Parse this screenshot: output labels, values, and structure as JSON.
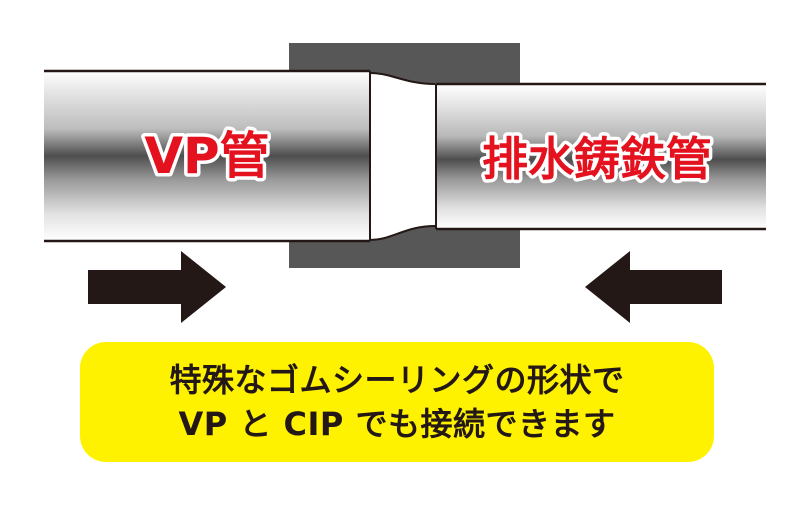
{
  "pipes": {
    "left_label": "VP管",
    "right_label": "排水鋳鉄管"
  },
  "caption": {
    "line1": "特殊なゴムシーリングの形状で",
    "line2": "VP と CIP でも接続できます"
  },
  "arrows": {
    "left_direction": "right",
    "right_direction": "left"
  },
  "icons": {
    "left_arrow": "arrow-right-icon",
    "right_arrow": "arrow-left-icon"
  },
  "colors": {
    "label_red": "#e4121e",
    "banner_yellow": "#fff200",
    "fitting_gray": "#585757",
    "arrow_black": "#231815",
    "pipe_outline": "#231815"
  }
}
